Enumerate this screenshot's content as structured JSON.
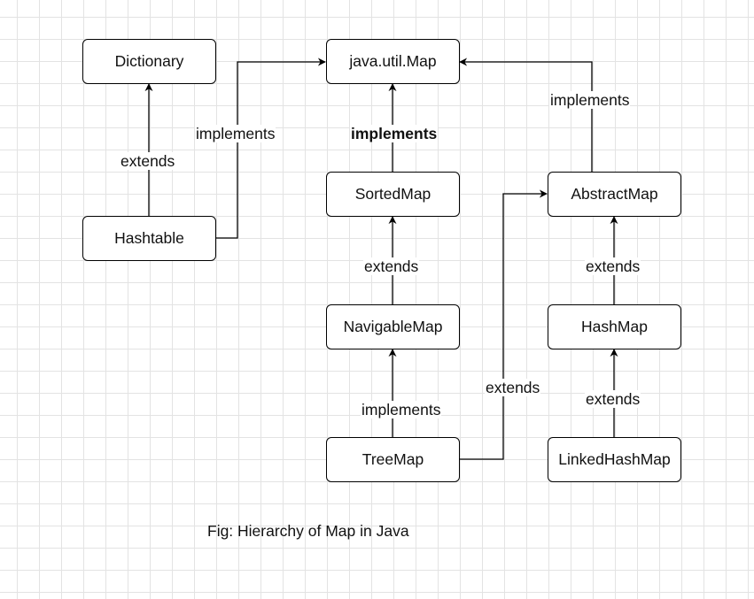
{
  "nodes": {
    "dictionary": "Dictionary",
    "java_util_map": "java.util.Map",
    "hashtable": "Hashtable",
    "sortedmap": "SortedMap",
    "abstractmap": "AbstractMap",
    "navigablemap": "NavigableMap",
    "hashmap": "HashMap",
    "treemap": "TreeMap",
    "linkedhashmap": "LinkedHashMap"
  },
  "edges": {
    "hashtable_to_dictionary": "extends",
    "hashtable_to_map": "implements",
    "sortedmap_to_map": "implements",
    "abstractmap_to_map": "implements",
    "navigablemap_to_sortedmap": "extends",
    "hashmap_to_abstractmap": "extends",
    "treemap_to_navigablemap": "implements",
    "treemap_to_abstractmap": "extends",
    "linkedhashmap_to_hashmap": "extends"
  },
  "caption": "Fig: Hierarchy of Map in Java"
}
